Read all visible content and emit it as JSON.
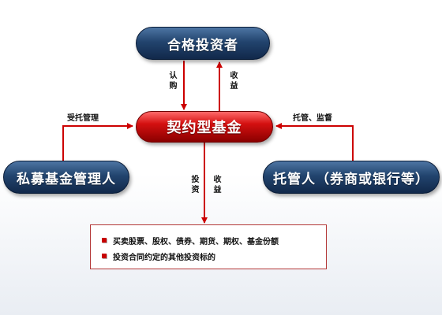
{
  "nodes": {
    "investor": "合格投资者",
    "fund": "契约型基金",
    "manager": "私募基金管理人",
    "custodian": "托管人（券商或银行等）"
  },
  "edges": {
    "subscribe": "认购",
    "return_top": "收益",
    "entrusted_management": "受托管理",
    "custody_supervision": "托管、监督",
    "invest": "投资",
    "return_bottom": "收益"
  },
  "assets": {
    "items": [
      "买卖股票、股权、债券、期货、期权、基金份额",
      "投资合同约定的其他投资标的"
    ]
  },
  "colors": {
    "arrow": "#cc0000",
    "node_blue": "#22446e",
    "node_red": "#d41010"
  }
}
